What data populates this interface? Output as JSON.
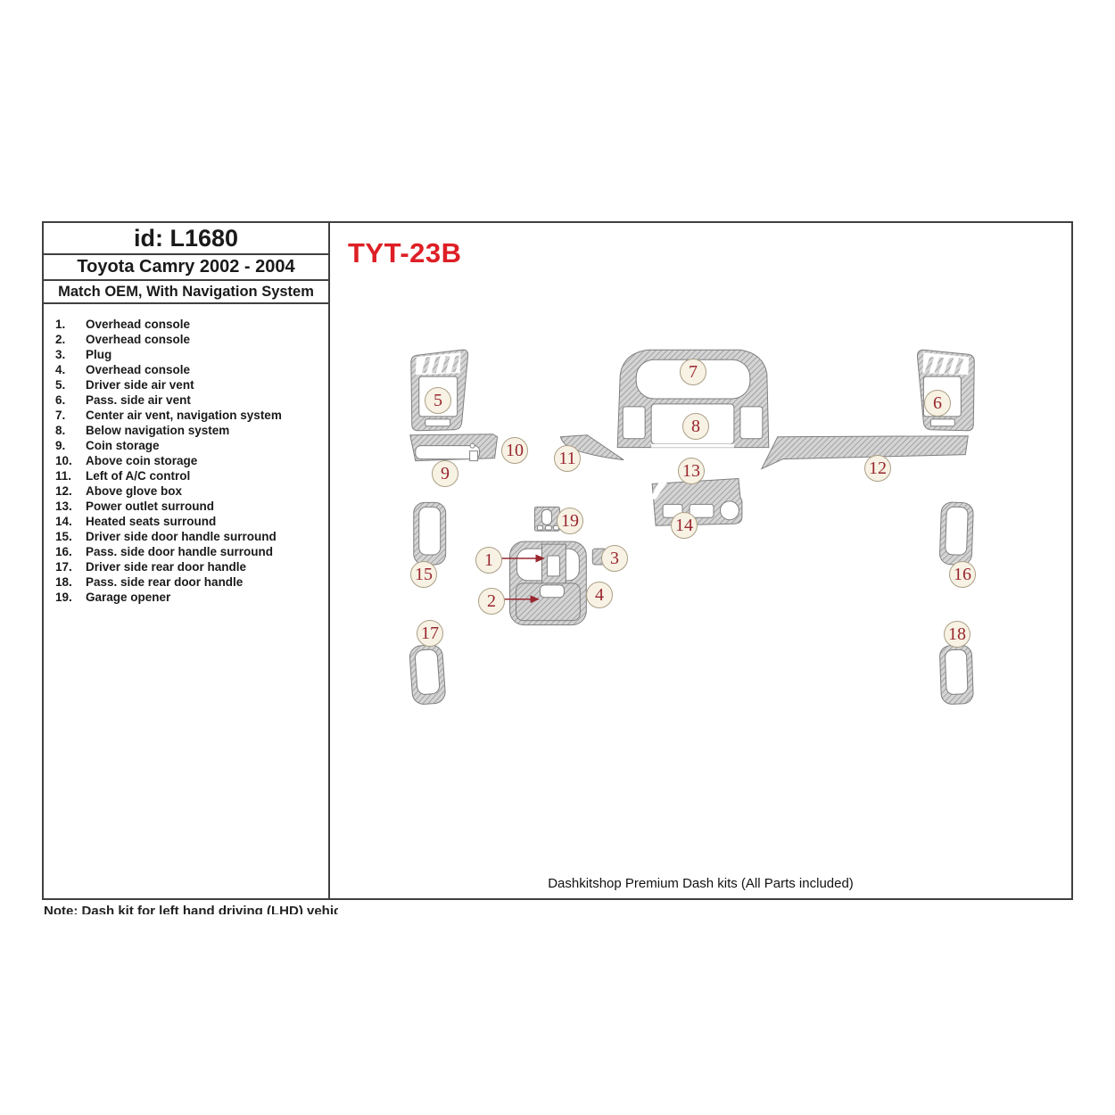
{
  "header": {
    "id_label": "id: L1680",
    "vehicle": "Toyota Camry 2002 - 2004",
    "match_line": "Match OEM, With Navigation System",
    "product_code": "TYT-23B"
  },
  "parts_list": [
    {
      "num": "1.",
      "label": "Overhead console"
    },
    {
      "num": "2.",
      "label": "Overhead console"
    },
    {
      "num": "3.",
      "label": "Plug"
    },
    {
      "num": "4.",
      "label": "Overhead console"
    },
    {
      "num": "5.",
      "label": "Driver side air vent"
    },
    {
      "num": "6.",
      "label": "Pass. side air vent"
    },
    {
      "num": "7.",
      "label": "Center air vent, navigation system"
    },
    {
      "num": "8.",
      "label": "Below navigation system"
    },
    {
      "num": "9.",
      "label": "Coin storage"
    },
    {
      "num": "10.",
      "label": "Above coin storage"
    },
    {
      "num": "11.",
      "label": "Left of A/C control"
    },
    {
      "num": "12.",
      "label": "Above glove box"
    },
    {
      "num": "13.",
      "label": "Power outlet surround"
    },
    {
      "num": "14.",
      "label": "Heated seats surround"
    },
    {
      "num": "15.",
      "label": "Driver side door handle surround"
    },
    {
      "num": "16.",
      "label": "Pass. side door handle surround"
    },
    {
      "num": "17.",
      "label": "Driver side rear door handle"
    },
    {
      "num": "18.",
      "label": "Pass. side rear door handle"
    },
    {
      "num": "19.",
      "label": "Garage opener"
    }
  ],
  "diagram": {
    "labels": [
      {
        "num": "1"
      },
      {
        "num": "2"
      },
      {
        "num": "3"
      },
      {
        "num": "4"
      },
      {
        "num": "5"
      },
      {
        "num": "6"
      },
      {
        "num": "7"
      },
      {
        "num": "8"
      },
      {
        "num": "9"
      },
      {
        "num": "10"
      },
      {
        "num": "11"
      },
      {
        "num": "12"
      },
      {
        "num": "13"
      },
      {
        "num": "14"
      },
      {
        "num": "15"
      },
      {
        "num": "16"
      },
      {
        "num": "17"
      },
      {
        "num": "18"
      },
      {
        "num": "19"
      }
    ]
  },
  "footer": {
    "caption": "Dashkitshop Premium Dash kits (All Parts included)",
    "bottom_note": "Note: Dash kit for left hand driving (LHD) vehicles"
  },
  "colors": {
    "accent_red": "#de1f26",
    "number_red": "#99252e",
    "hatch_base": "#d4d4d4",
    "hatch_line": "#8d8d8d",
    "border": "#404040"
  }
}
